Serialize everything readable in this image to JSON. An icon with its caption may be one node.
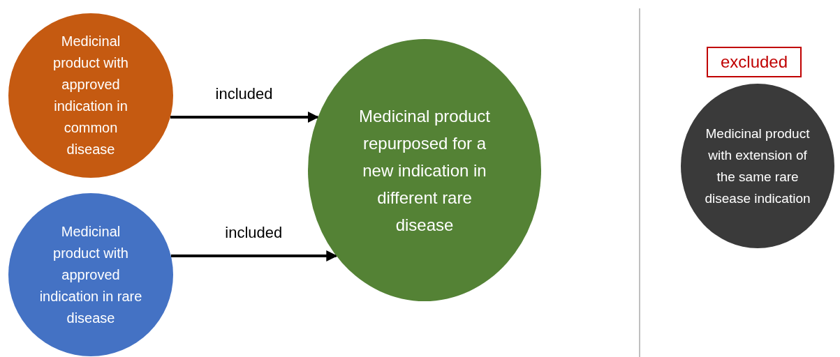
{
  "diagram": {
    "nodes": [
      {
        "text": [
          "Medicinal product with approved indication in common disease"
        ]
      },
      {
        "text": [
          "Medicinal product with approved indication in rare disease"
        ]
      },
      {
        "text": [
          "Medicinal product repurposed for a new indication in different rare disease"
        ]
      },
      {
        "text": [
          "excluded"
        ]
      },
      {
        "text": [
          "Medicinal product with extension of the same rare disease indication"
        ]
      }
    ],
    "edges": [
      {
        "from": 0,
        "to": 2,
        "arrow": "to",
        "label": "included"
      },
      {
        "from": 1,
        "to": 2,
        "arrow": "to",
        "label": "included"
      }
    ]
  }
}
